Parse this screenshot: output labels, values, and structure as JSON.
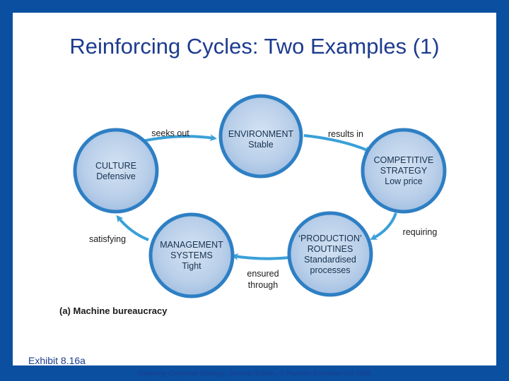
{
  "slide": {
    "title": "Reinforcing Cycles: Two Examples (1)",
    "exhibit": "Exhibit 8.16a",
    "footer_book": "Exploring Corporate Strategy",
    "footer_rest": ", Seventh Edition, © Pearson Education Ltd 2005"
  },
  "diagram": {
    "caption": "(a) Machine bureaucracy",
    "nodes": {
      "environment": [
        "ENVIRONMENT",
        "Stable"
      ],
      "competitive_strategy": [
        "COMPETITIVE",
        "STRATEGY",
        "Low price"
      ],
      "production_routines": [
        "‘PRODUCTION’",
        "ROUTINES",
        "Standardised",
        "processes"
      ],
      "management_systems": [
        "MANAGEMENT",
        "SYSTEMS",
        "Tight"
      ],
      "culture": [
        "CULTURE",
        "Defensive"
      ]
    },
    "edges": {
      "culture_to_environment": "seeks out",
      "environment_to_strategy": "results in",
      "strategy_to_production": "requiring",
      "production_to_management": [
        "ensured",
        "through"
      ],
      "management_to_culture": "satisfying"
    },
    "colors": {
      "circle_fill": "#b9cfe9",
      "circle_ring": "#2e7fc4",
      "arrow": "#3aa0d8",
      "title": "#1d3b8f",
      "frame": "#0a4fa0"
    }
  }
}
